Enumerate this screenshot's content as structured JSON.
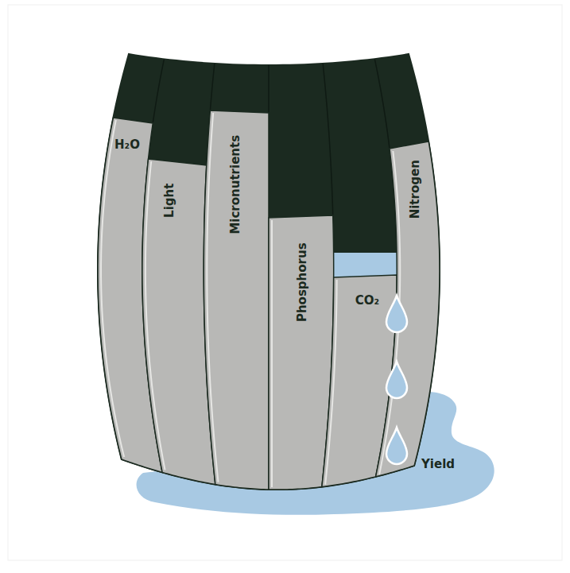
{
  "diagram": {
    "nodes": [
      {
        "text": [
          "H₂O"
        ]
      },
      {
        "text": [
          "Light"
        ]
      },
      {
        "text": [
          "Micronutrients"
        ]
      },
      {
        "text": [
          "Phosphorus"
        ]
      },
      {
        "text": [
          "CO₂"
        ]
      },
      {
        "text": [
          "Nitrogen"
        ]
      },
      {
        "text": [
          "Yield"
        ]
      }
    ]
  }
}
